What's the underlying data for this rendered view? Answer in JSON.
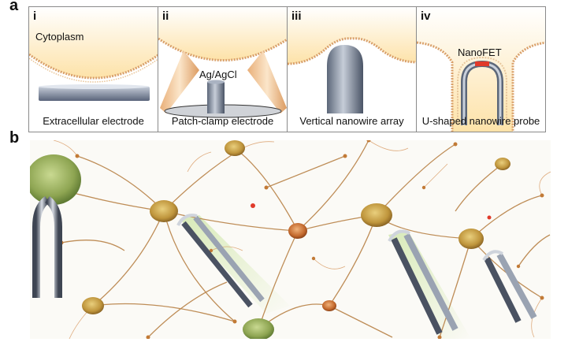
{
  "figure": {
    "panel_a_label": "a",
    "panel_b_label": "b",
    "subpanels": [
      {
        "numeral": "i",
        "caption": "Extracellular electrode",
        "inner_label": "Cytoplasm"
      },
      {
        "numeral": "ii",
        "caption": "Patch-clamp electrode",
        "inner_label": "Ag/AgCl"
      },
      {
        "numeral": "iii",
        "caption": "Vertical nanowire array",
        "inner_label": ""
      },
      {
        "numeral": "iv",
        "caption": "U-shaped nanowire probe",
        "inner_label": "NanoFET"
      }
    ]
  },
  "colors": {
    "cytoplasm": "#fde7b8",
    "membrane": "#d9a06a",
    "electrode": "#8d98aa",
    "nanofet": "#e03a2a",
    "neuron_body": "#c8a24a",
    "neuron_green": "#8fae5a",
    "axon": "#b47a3c"
  },
  "icons": [
    "electrode-plate",
    "pipette",
    "nanowire-pillar",
    "u-shaped-probe",
    "neuron-network"
  ]
}
